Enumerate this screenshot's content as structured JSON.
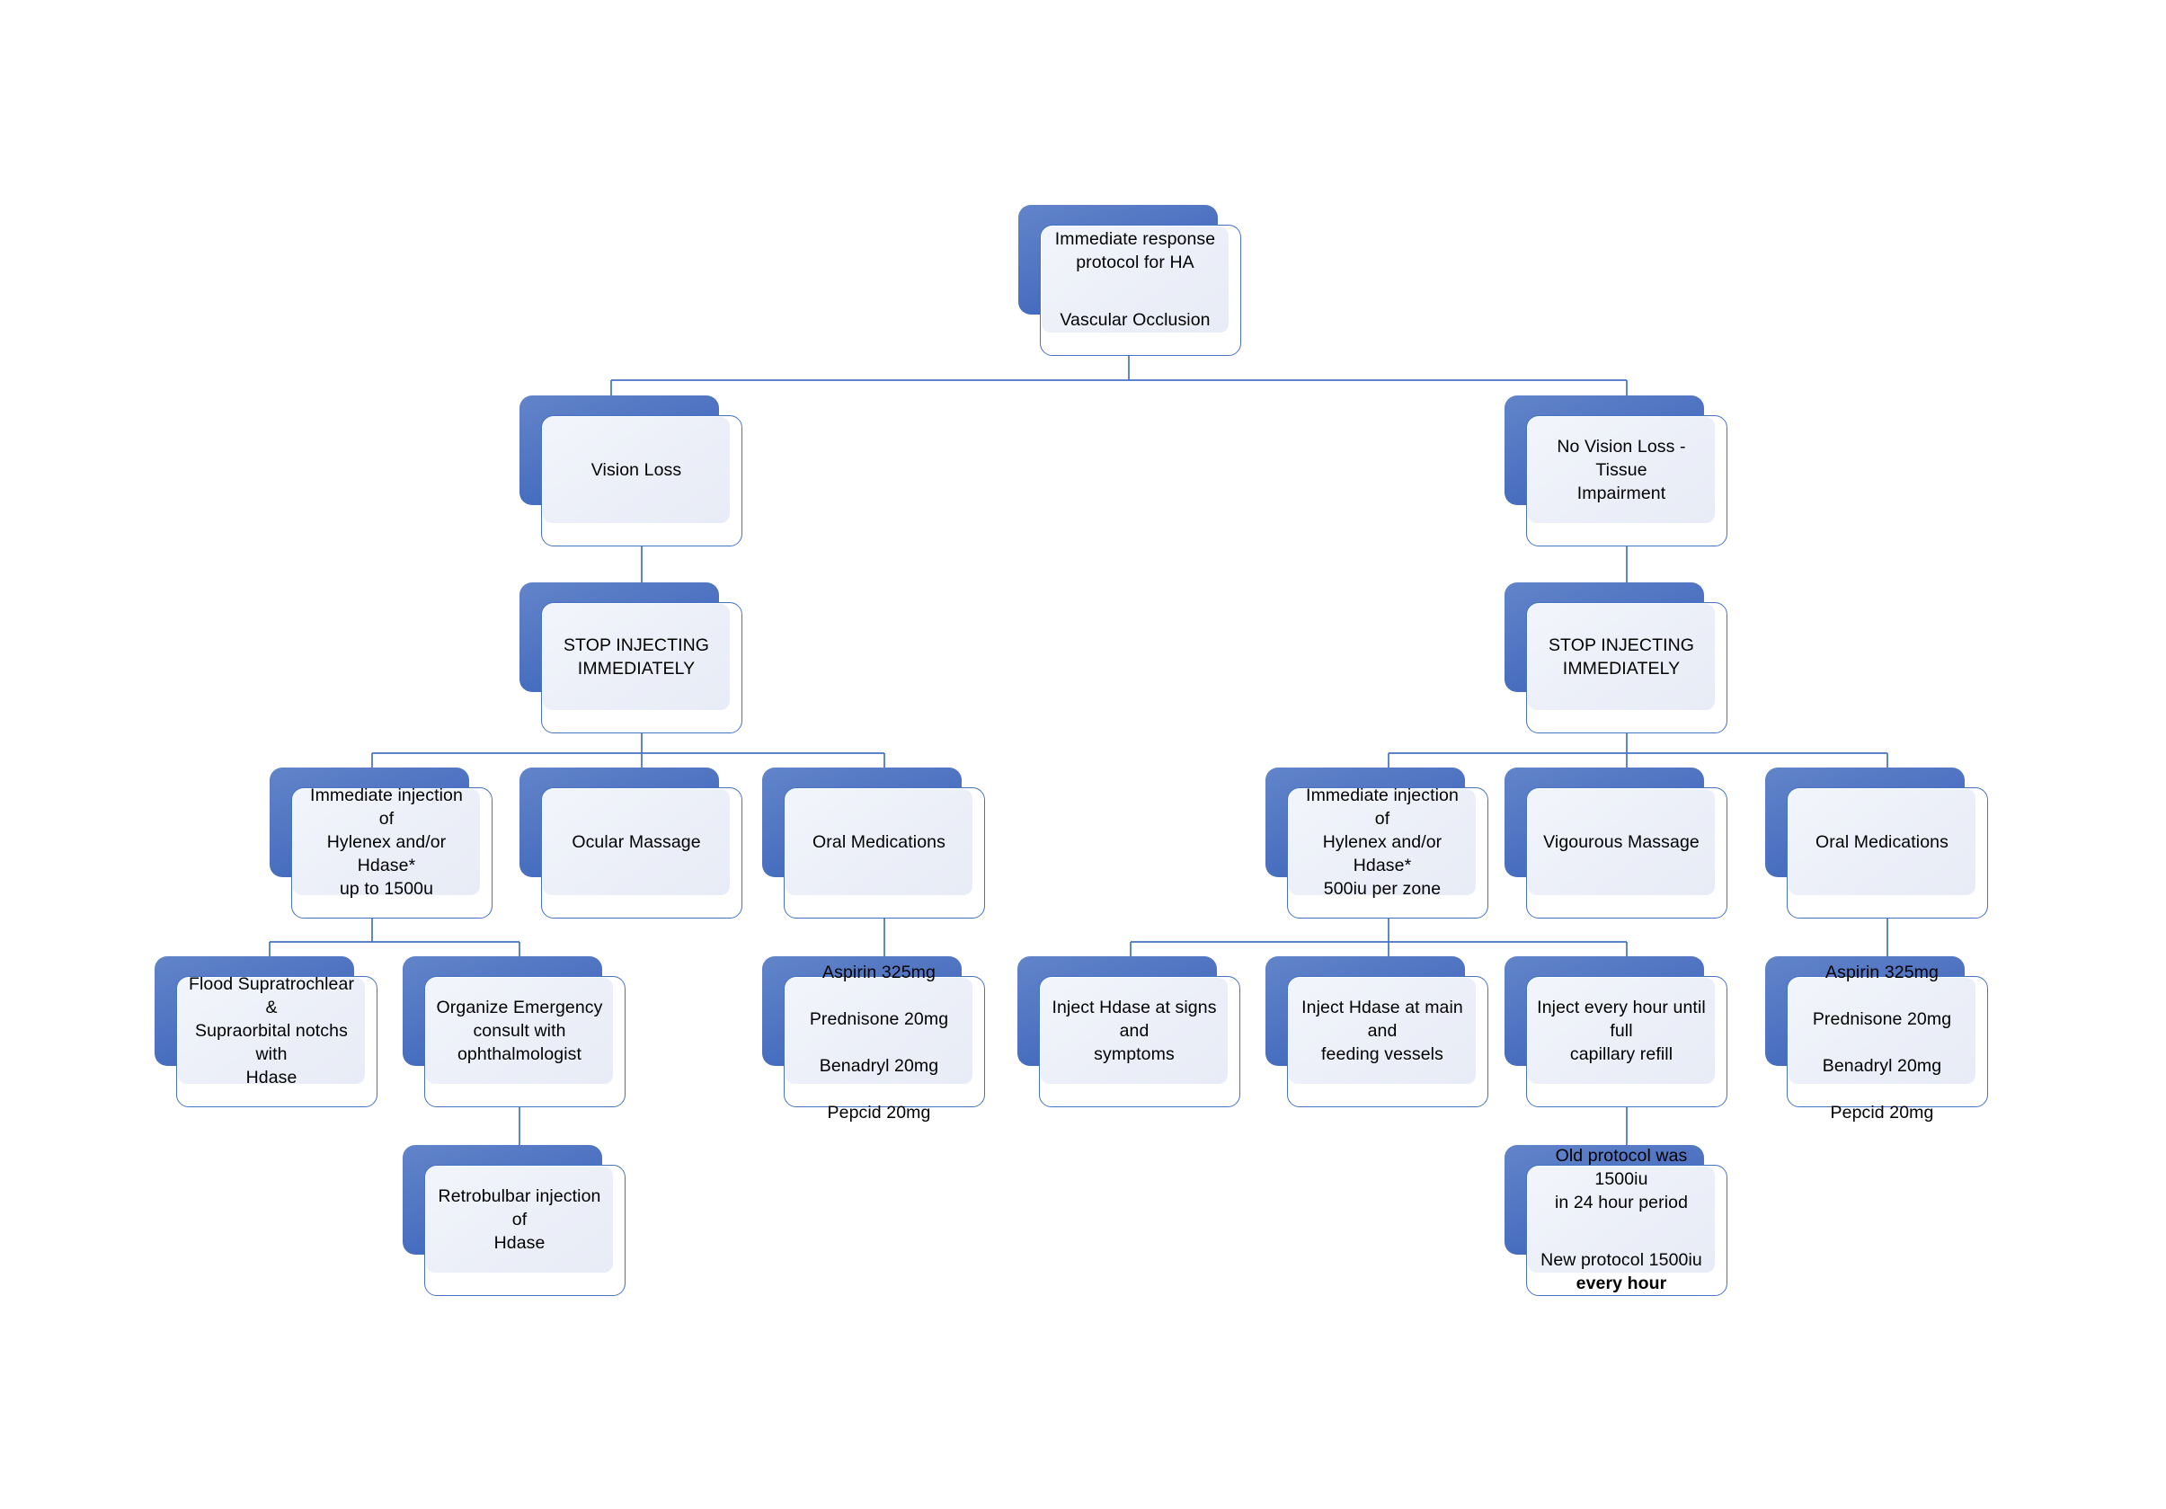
{
  "diagram": {
    "title": "Immediate response protocol for HA Vascular Occlusion",
    "accent_blue": "#4472c4",
    "shadow_blue_top": "#6184ca",
    "shadow_blue_bottom": "#3a62b7",
    "card_fill": "#eceff8",
    "connector_color": "#4472c4",
    "background": "#ffffff"
  },
  "nodes": {
    "root": {
      "line1": "Immediate response",
      "line2": "protocol for HA",
      "line3": "Vascular Occlusion"
    },
    "vision_loss": {
      "label": "Vision Loss"
    },
    "no_vision_loss": {
      "label": "No Vision Loss - Tissue\nImpairment"
    },
    "stop_left": {
      "label": "STOP INJECTING\nIMMEDIATELY"
    },
    "stop_right": {
      "label": "STOP INJECTING\nIMMEDIATELY"
    },
    "inject_left": {
      "label": "Immediate injection of\nHylenex and/or Hdase*\nup to 1500u"
    },
    "ocular_massage": {
      "label": "Ocular Massage"
    },
    "oral_meds_left": {
      "label": "Oral Medications"
    },
    "flood_notches": {
      "label": "Flood Supratrochlear &\nSupraorbital notchs with\nHdase"
    },
    "organize_consult": {
      "label": "Organize Emergency\nconsult with\nophthalmologist"
    },
    "retrobulbar": {
      "label": "Retrobulbar injection of\nHdase"
    },
    "meds_left": {
      "line1": "Aspirin 325mg",
      "line2": "Prednisone 20mg",
      "line3": "Benadryl 20mg",
      "line4": "Pepcid 20mg"
    },
    "inject_right": {
      "label": "Immediate injection of\nHylenex and/or Hdase*\n500iu per zone"
    },
    "vigourous_massage": {
      "label": "Vigourous Massage"
    },
    "oral_meds_right": {
      "label": "Oral Medications"
    },
    "inject_signs": {
      "label": "Inject Hdase at signs and\nsymptoms"
    },
    "inject_main_vessels": {
      "label": "Inject Hdase at main and\nfeeding vessels"
    },
    "inject_every_hour": {
      "label": "Inject every hour until full\ncapillary refill"
    },
    "protocol_note": {
      "line1": "Old protocol was 1500iu",
      "line2": "in 24 hour period",
      "line3": "New protocol 1500iu",
      "line4": "every hour"
    },
    "meds_right": {
      "line1": "Aspirin 325mg",
      "line2": "Prednisone 20mg",
      "line3": "Benadryl 20mg",
      "line4": "Pepcid 20mg"
    }
  }
}
